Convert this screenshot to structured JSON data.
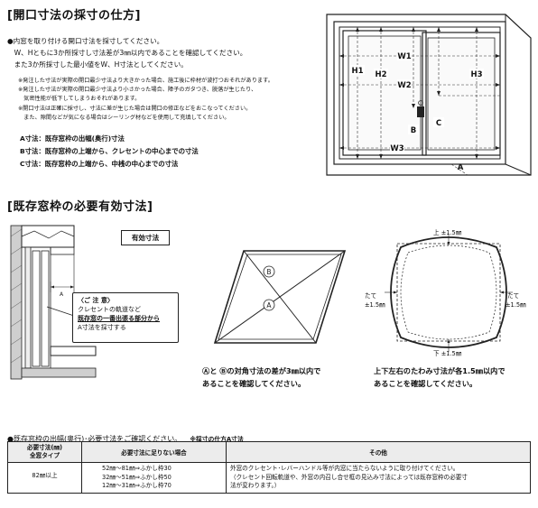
{
  "section1": {
    "title": "[開口寸法の採寸の仕方]",
    "intro": [
      "●内窓を取り付ける開口寸法を採寸してください。",
      "　W、Hともに3か所採寸し寸法差が3㎜以内であることを確認してください。",
      "　また3か所採寸した最小値をW、H寸法としてください。"
    ],
    "notes": [
      "※発注した寸法が実際の開口最少寸法より大きかった場合、施工後に枠材が波打つおそれがあります。",
      "※発注した寸法が実際の開口最少寸法より小さかった場合、障子のガタつき、脱落が生じたり、",
      "　気密性能が低下してしまうおそれがあります。",
      "※開口寸法は正確に採寸し、寸法に差が生じた場合は開口の修正などをおこなってください。",
      "　また、隙間などが気になる場合はシーリング材などを使用して充填してください。"
    ],
    "definitions": [
      "A寸法：既存窓枠の出幅(奥行)寸法",
      "B寸法：既存窓枠の上端から、クレセントの中心までの寸法",
      "C寸法：既存窓枠の上端から、中桟の中心までの寸法"
    ],
    "window_labels": {
      "w1": "W1",
      "w2": "W2",
      "w3": "W3",
      "h1": "H1",
      "h2": "H2",
      "h3": "H3",
      "a": "A",
      "b": "B",
      "c": "C"
    }
  },
  "section2": {
    "title": "[既存窓枠の必要有効寸法]",
    "effective_label": "有効寸法",
    "note_title": "〈ご 注 意〉",
    "note_lines": [
      "クレセントの軌道など",
      "既存窓の一番出張る部分から",
      "A寸法を採寸する"
    ],
    "section_dim_label": "A",
    "diamond_labels": {
      "a": "A",
      "b": "B"
    },
    "diamond_caption": [
      "Ⓐと Ⓑの対角寸法の差が3㎜以内で",
      "あることを確認してください。"
    ],
    "sag_labels": {
      "top": "上 ±1.5㎜",
      "bottom": "下 ±1.5㎜",
      "left": [
        "たて",
        "±1.5㎜"
      ],
      "right": [
        "たて",
        "±1.5㎜"
      ]
    },
    "sag_caption": [
      "上下左右のたわみ寸法が各1.5㎜以内で",
      "あることを確認してください。"
    ]
  },
  "section3": {
    "heading": "●既存窓枠の出幅(奥行)･必要寸法をご確認ください。",
    "heading_note": "※採寸の仕方A寸法",
    "table": {
      "headers": [
        "必要寸法(㎜)\n全窓タイプ",
        "必要寸法に足りない場合",
        "その他"
      ],
      "rows": [
        {
          "required": "82㎜以上",
          "shortfall": [
            "52㎜～81㎜⇒ふかし枠30",
            "32㎜～51㎜⇒ふかし枠50",
            "12㎜～31㎜⇒ふかし枠70"
          ],
          "other": [
            "外窓のクレセント･レバーハンドル等が内窓に当たらないように取り付けてください。",
            "（クレセント回転軌道や、外窓の内召し合せ框の見込み寸法によっては既存窓枠の必要寸",
            "法が変わります。）"
          ]
        }
      ]
    }
  }
}
